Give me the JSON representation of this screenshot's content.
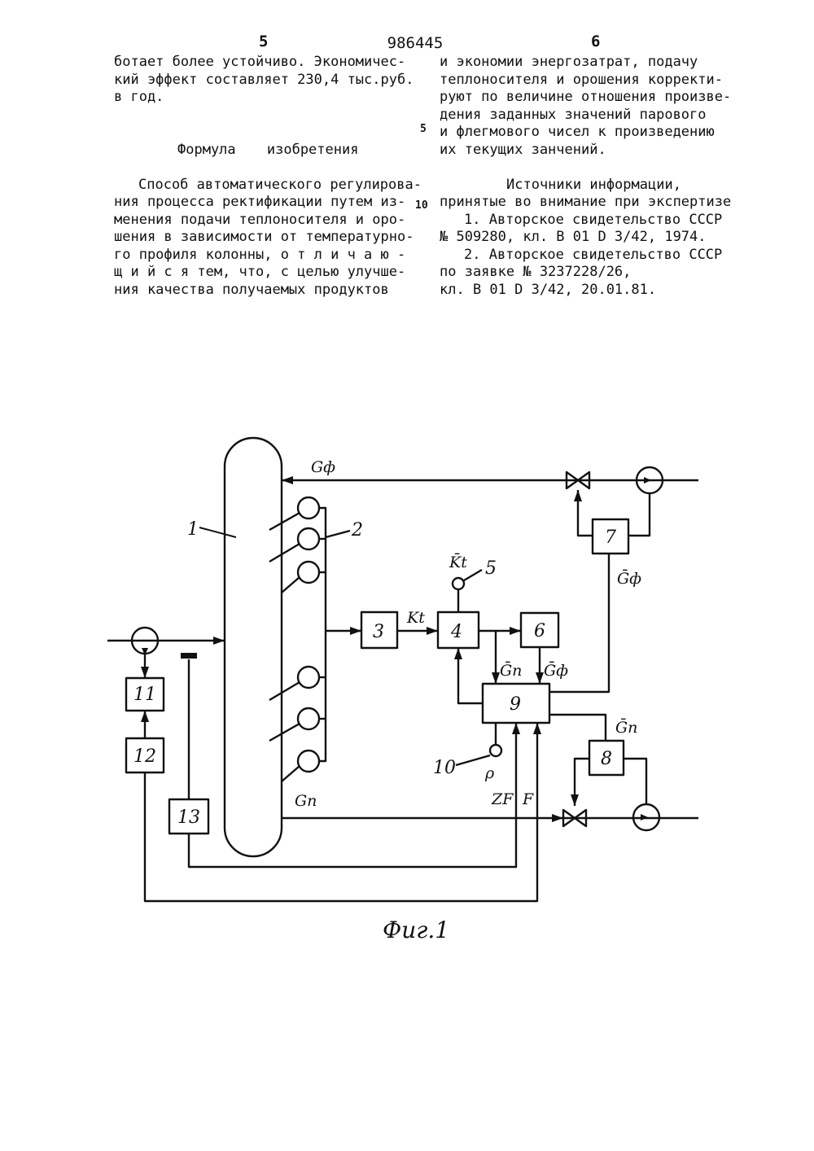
{
  "header": {
    "left_page": "5",
    "patent_number": "986445",
    "right_page": "6"
  },
  "left_column": {
    "continuation": [
      "ботает более устойчиво. Экономичес-",
      "кий эффект составляет 230,4 тыс.руб.",
      "в год."
    ],
    "heading": "Формула изобретения",
    "claim": [
      "Способ автоматического регулирова-",
      "ния процесса ректификации путем из-",
      "менения подачи теплоносителя и оро-",
      "шения в зависимости от температурно-",
      "го профиля колонны, о т л и ч а ю -",
      "щ и й с я тем, что, с целью улучше-",
      "ния качества получаемых продуктов"
    ]
  },
  "right_column": {
    "claim_end": [
      "и экономии энергозатрат, подачу",
      "теплоносителя и орошения корректи-",
      "руют по величине отношения произве-",
      "дения заданных значений парового",
      "и флегмового чисел к произведению",
      "их текущих занчений."
    ],
    "sources_heading": [
      "Источники информации,",
      "принятые во внимание при экспертизе"
    ],
    "sources": [
      "1. Авторское свидетельство СССР",
      "№ 509280, кл. В 01 D 3/42, 1974.",
      "2. Авторское свидетельство СССР",
      "по заявке № 3237228/26,",
      "кл. В 01 D 3/42, 20.01.81."
    ]
  },
  "line_numbers": [
    "5",
    "10"
  ],
  "figure": {
    "caption": "Фиг.1",
    "blocks": [
      "3",
      "4",
      "6",
      "7",
      "8",
      "9",
      "11",
      "12",
      "13"
    ],
    "labels": {
      "column": "1",
      "sensors": "2",
      "setpoint_k": "5",
      "setpoint_p": "10"
    },
    "signals": {
      "reflux_top": "Gф",
      "bottom": "Gп",
      "kt": "Kt",
      "kt_set": "K̄t",
      "gp_set": "Ḡп",
      "gf_set": "Ḡф",
      "gf_out": "Ḡф",
      "gp_out": "Ḡп",
      "rho": "ρ",
      "zf": "ZF",
      "f": "F"
    }
  }
}
